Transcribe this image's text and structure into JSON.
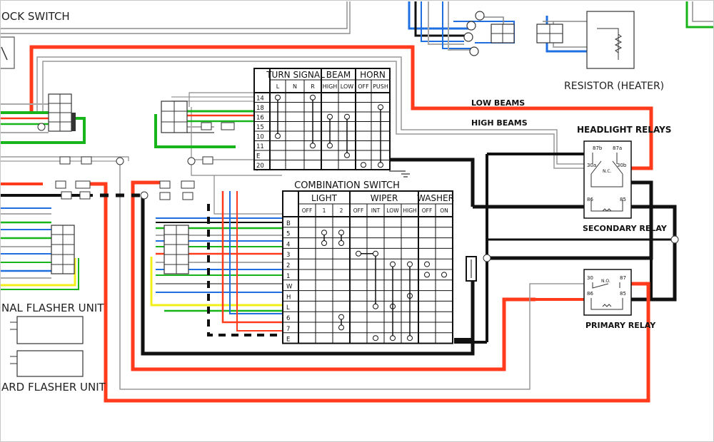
{
  "colors": {
    "red": "#ff3b1c",
    "black": "#111111",
    "green": "#17b51a",
    "blue": "#1f6fe0",
    "yellow": "#f2ef1a",
    "gray": "#8a8a8a",
    "white_wire": "#d8d8d8"
  },
  "labels": {
    "lock_switch": "OCK SWITCH",
    "resistor_heater": "RESISTOR (HEATER)",
    "low_beams": "LOW BEAMS",
    "high_beams": "HIGH BEAMS",
    "headlight_relays": "HEADLIGHT RELAYS",
    "secondary_relay": "SECONDARY RELAY",
    "primary_relay": "PRIMARY RELAY",
    "signal_flasher": "NAL FLASHER UNIT",
    "hazard_flasher": "ARD FLASHER UNIT"
  },
  "turn_table": {
    "groups": [
      "TURN SIGNAL",
      "BEAM",
      "HORN"
    ],
    "subs": [
      "L",
      "N",
      "R",
      "HIGH",
      "LOW",
      "OFF",
      "PUSH"
    ],
    "rows": [
      "14",
      "18",
      "16",
      "15",
      "10",
      "11",
      "E",
      "20"
    ]
  },
  "combo_table": {
    "title": "COMBINATION SWITCH",
    "groups": [
      "LIGHT",
      "WIPER",
      "WASHER"
    ],
    "subs": [
      "OFF",
      "1",
      "2",
      "OFF",
      "INT",
      "LOW",
      "HIGH",
      "OFF",
      "ON"
    ],
    "rows": [
      "B",
      "5",
      "4",
      "3",
      "2",
      "1",
      "W",
      "H",
      "L",
      "6",
      "7",
      "E"
    ]
  },
  "relay": {
    "sec_pins": [
      "87b",
      "87a",
      "30a",
      "N.C.",
      "30b",
      "86",
      "85"
    ],
    "pri_pins": [
      "30",
      "N.O.",
      "87",
      "86",
      "85"
    ]
  }
}
